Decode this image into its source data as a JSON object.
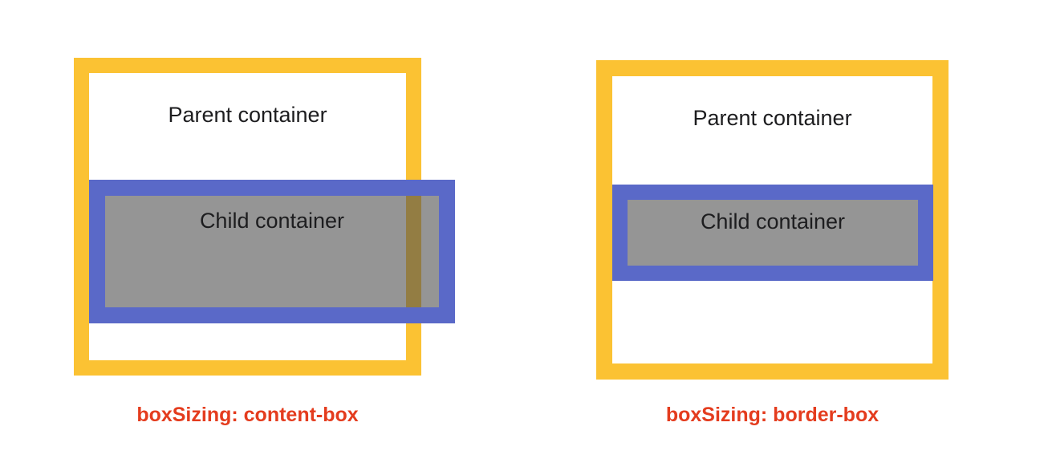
{
  "page": {
    "background": "#FFFFFF"
  },
  "colors": {
    "parent-border": "#FBC233",
    "child-border": "#5A69C8",
    "child-fill": "rgba(78,78,78,0.6)",
    "label-text": "#1D1D1F",
    "caption-text": "#E43C1E",
    "child-over-parent-border-overlap": "#94803F"
  },
  "diagrams": [
    {
      "name": "content-box",
      "parent_label": "Parent container",
      "child_label": "Child container",
      "caption": "boxSizing: content-box",
      "child_overflows_parent": true
    },
    {
      "name": "border-box",
      "parent_label": "Parent container",
      "child_label": "Child container",
      "caption": "boxSizing: border-box",
      "child_overflows_parent": false
    }
  ]
}
